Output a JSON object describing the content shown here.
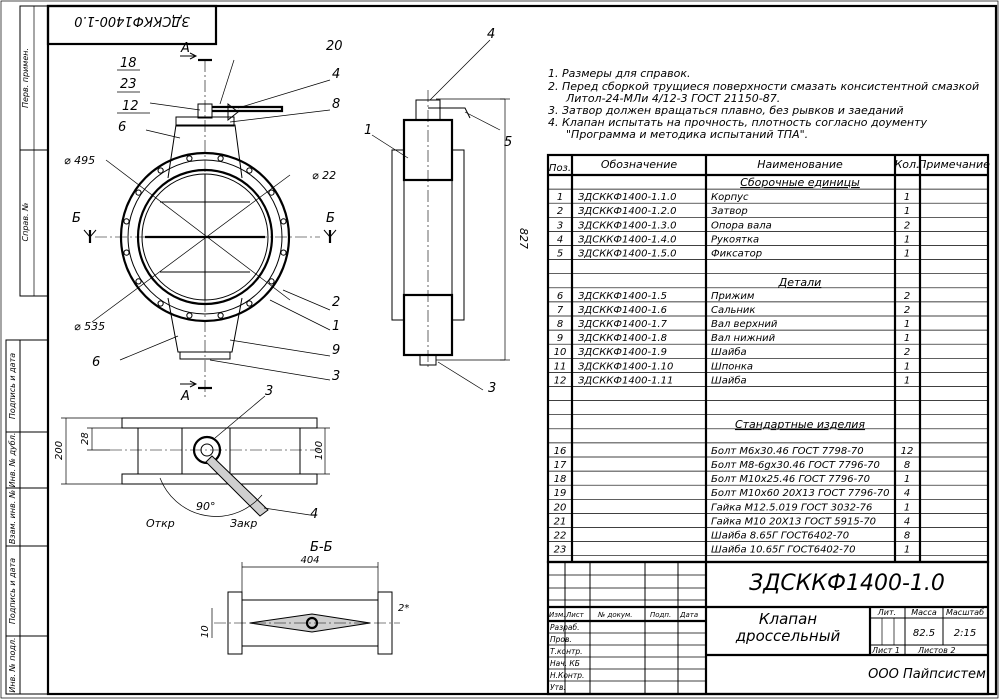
{
  "stamp_top": "ЗДСККФ1400-1.0",
  "side_labels": [
    "Перв. примен.",
    "Справ. №",
    "Подпись и дата",
    "Инв. № дубл.",
    "Взам. инв. №",
    "Подпись и дата",
    "Инв. № подл."
  ],
  "notes": [
    "1. Размеры для справок.",
    "2. Перед сборкой трущиеся поверхности смазать консистентной смазкой",
    "Литол-24-МЛи 4/12-3 ГОСТ 21150-87.",
    "3. Затвор должен вращаться плавно, без рывков и заеданий",
    "4. Клапан испытать на прочность, плотность согласно доументу",
    "\"Программа и методика испытаний ТПА\"."
  ],
  "spec": {
    "headers": [
      "Поз.",
      "Обозначение",
      "Наименование",
      "Кол.",
      "Примечание"
    ],
    "section_assembly": "Сборочные единицы",
    "assembly_rows": [
      [
        "1",
        "ЗДСККФ1400-1.1.0",
        "Корпус",
        "1",
        ""
      ],
      [
        "2",
        "ЗДСККФ1400-1.2.0",
        "Затвор",
        "1",
        ""
      ],
      [
        "3",
        "ЗДСККФ1400-1.3.0",
        "Опора вала",
        "2",
        ""
      ],
      [
        "4",
        "ЗДСККФ1400-1.4.0",
        "Рукоятка",
        "1",
        ""
      ],
      [
        "5",
        "ЗДСККФ1400-1.5.0",
        "Фиксатор",
        "1",
        ""
      ]
    ],
    "section_parts": "Детали",
    "parts_rows": [
      [
        "6",
        "ЗДСККФ1400-1.5",
        "Прижим",
        "2",
        ""
      ],
      [
        "7",
        "ЗДСККФ1400-1.6",
        "Сальник",
        "2",
        ""
      ],
      [
        "8",
        "ЗДСККФ1400-1.7",
        "Вал верхний",
        "1",
        ""
      ],
      [
        "9",
        "ЗДСККФ1400-1.8",
        "Вал нижний",
        "1",
        ""
      ],
      [
        "10",
        "ЗДСККФ1400-1.9",
        "Шайба",
        "2",
        ""
      ],
      [
        "11",
        "ЗДСККФ1400-1.10",
        "Шпонка",
        "1",
        ""
      ],
      [
        "12",
        "ЗДСККФ1400-1.11",
        "Шайба",
        "1",
        ""
      ]
    ],
    "section_standard": "Стандартные изделия",
    "standard_rows": [
      [
        "16",
        "",
        "Болт М6х30.46 ГОСТ 7798-70",
        "12",
        ""
      ],
      [
        "17",
        "",
        "Болт М8-6gх30.46 ГОСТ 7796-70",
        "8",
        ""
      ],
      [
        "18",
        "",
        "Болт М10х25.46 ГОСТ 7796-70",
        "1",
        ""
      ],
      [
        "19",
        "",
        "Болт М10х60 20Х13 ГОСТ 7796-70",
        "4",
        ""
      ],
      [
        "20",
        "",
        "Гайка М12.5.019 ГОСТ 3032-76",
        "1",
        ""
      ],
      [
        "21",
        "",
        "Гайка М10 20Х13 ГОСТ 5915-70",
        "4",
        ""
      ],
      [
        "22",
        "",
        "Шайба 8.65Г ГОСТ6402-70",
        "8",
        ""
      ],
      [
        "23",
        "",
        "Шайба 10.65Г ГОСТ6402-70",
        "1",
        ""
      ]
    ]
  },
  "title_block": {
    "designation": "ЗДСККФ1400-1.0",
    "name_line1": "Клапан",
    "name_line2": "дроссельный",
    "hdr_izm": "Изм.",
    "hdr_list": "Лист",
    "hdr_docnum": "№ докум.",
    "hdr_podp": "Подп.",
    "hdr_data": "Дата",
    "row_labels": [
      "Разраб.",
      "Пров.",
      "Т.контр.",
      "Нач. КБ",
      "Н.Контр.",
      "Утв."
    ],
    "lit_label": "Лит.",
    "mass_label": "Масса",
    "scale_label": "Масштаб",
    "mass": "82.5",
    "scale": "2:15",
    "sheet_label": "Лист 1",
    "sheets_label": "Листов 2",
    "company": "ООО Пайпсистем"
  },
  "front_view": {
    "section_mark": "А",
    "section_mark_bottom": "А",
    "cut_left": "Б",
    "cut_right": "Б",
    "dim_d495": "⌀ 495",
    "dim_d535": "⌀ 535",
    "dim_d22": "⌀ 22",
    "callouts": {
      "c20": "20",
      "c4": "4",
      "c8": "8",
      "c18": "18",
      "c23": "23",
      "c12": "12",
      "c6a": "6",
      "c2": "2",
      "c1": "1",
      "c9": "9",
      "c3": "3",
      "c6b": "6"
    }
  },
  "side_view": {
    "c4": "4",
    "c1": "1",
    "c5": "5",
    "c3": "3",
    "dim_827": "827"
  },
  "top_view": {
    "c3": "3",
    "c4": "4",
    "dim_28": "28",
    "dim_200": "200",
    "dim_100": "100",
    "angle": "90°",
    "open": "Откр",
    "close": "Закр"
  },
  "section_view": {
    "title": "Б-Б",
    "dim_404": "404",
    "dim_10": "10",
    "dim_2": "2*"
  }
}
